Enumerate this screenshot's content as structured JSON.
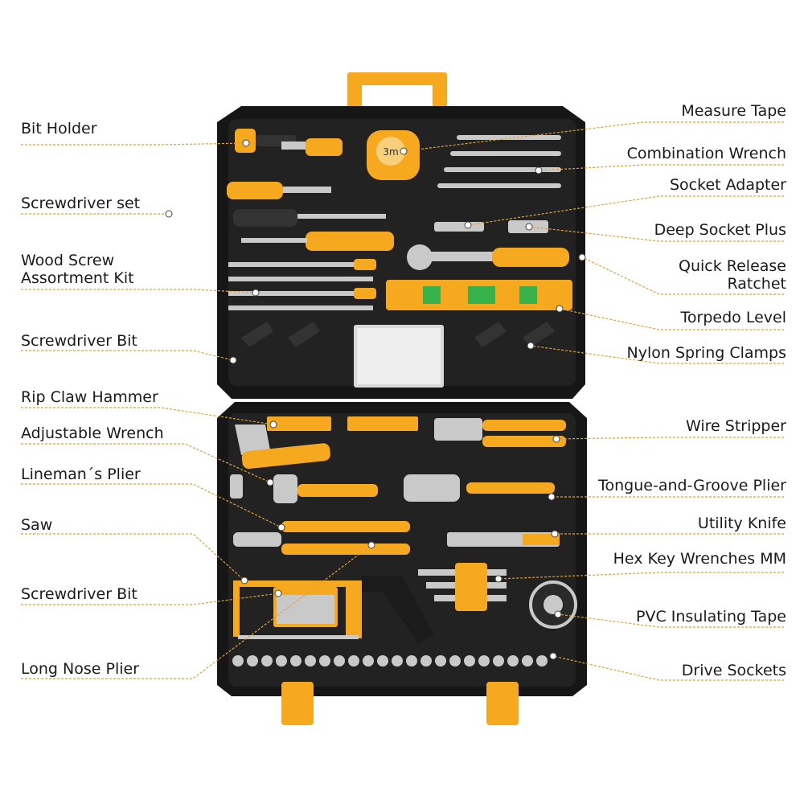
{
  "colors": {
    "case": "#161616",
    "tray": "#232323",
    "accent": "#f5a623",
    "handle": "#f6a81e",
    "leader": "#e3a033",
    "dot": "#ffffff",
    "metal": "#c9c9c9"
  },
  "tape": {
    "marking": "3m"
  },
  "labels_left": [
    {
      "id": "bit-holder",
      "text": "Bit Holder"
    },
    {
      "id": "screwdriver-set",
      "text": "Screwdriver set"
    },
    {
      "id": "wood-screw-1",
      "text": "Wood Screw"
    },
    {
      "id": "wood-screw-2",
      "text": "Assortment Kit"
    },
    {
      "id": "screwdriver-bit-top",
      "text": "Screwdriver Bit"
    },
    {
      "id": "rip-claw-hammer",
      "text": "Rip Claw Hammer"
    },
    {
      "id": "adjustable-wrench",
      "text": "Adjustable Wrench"
    },
    {
      "id": "linemans-plier",
      "text": "Lineman´s  Plier"
    },
    {
      "id": "saw",
      "text": "Saw"
    },
    {
      "id": "screwdriver-bit-bottom",
      "text": "Screwdriver Bit"
    },
    {
      "id": "long-nose-plier",
      "text": "Long Nose Plier"
    }
  ],
  "labels_right": [
    {
      "id": "measure-tape",
      "text": "Measure Tape"
    },
    {
      "id": "combination-wrench",
      "text": "Combination Wrench"
    },
    {
      "id": "socket-adapter",
      "text": "Socket Adapter"
    },
    {
      "id": "deep-socket-plus",
      "text": "Deep Socket Plus"
    },
    {
      "id": "quick-release-1",
      "text": "Quick Release"
    },
    {
      "id": "quick-release-2",
      "text": "Ratchet"
    },
    {
      "id": "torpedo-level",
      "text": "Torpedo Level"
    },
    {
      "id": "nylon-spring-clamps",
      "text": "Nylon Spring Clamps"
    },
    {
      "id": "wire-stripper",
      "text": "Wire Stripper"
    },
    {
      "id": "tongue-groove-plier",
      "text": "Tongue-and-Groove Plier"
    },
    {
      "id": "utility-knife",
      "text": "Utility Knife"
    },
    {
      "id": "hex-key-wrenches",
      "text": "Hex Key Wrenches MM"
    },
    {
      "id": "pvc-insulating-tape",
      "text": "PVC Insulating Tape"
    },
    {
      "id": "drive-sockets",
      "text": "Drive Sockets"
    }
  ]
}
